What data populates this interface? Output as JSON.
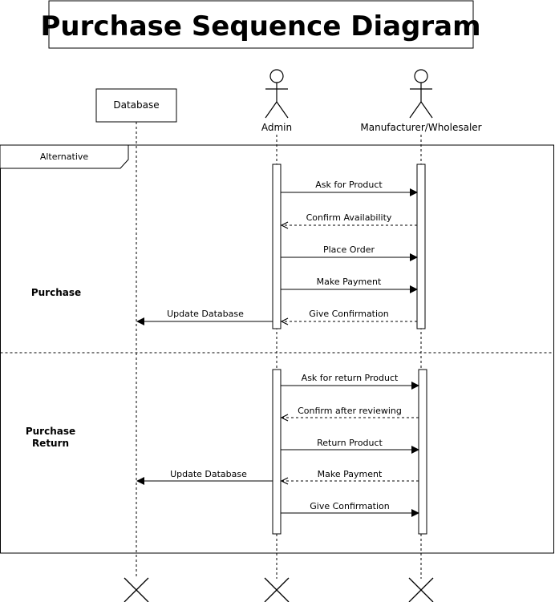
{
  "title": "Purchase Sequence Diagram",
  "participants": {
    "database": "Database",
    "admin": "Admin",
    "manufacturer": "Manufacturer/Wholesaler"
  },
  "fragment": {
    "operator": "Alternative",
    "sections": [
      {
        "label_lines": [
          "Purchase"
        ]
      },
      {
        "label_lines": [
          "Purchase",
          "Return"
        ]
      }
    ]
  },
  "messages": [
    {
      "from": "admin",
      "to": "manufacturer",
      "label": "Ask for Product",
      "kind": "sync"
    },
    {
      "from": "manufacturer",
      "to": "admin",
      "label": "Confirm Availability",
      "kind": "reply"
    },
    {
      "from": "admin",
      "to": "manufacturer",
      "label": "Place Order",
      "kind": "sync"
    },
    {
      "from": "admin",
      "to": "manufacturer",
      "label": "Make Payment",
      "kind": "sync"
    },
    {
      "from": "manufacturer",
      "to": "admin",
      "label": "Give Confirmation",
      "kind": "reply"
    },
    {
      "from": "admin",
      "to": "database",
      "label": "Update Database",
      "kind": "sync"
    },
    {
      "from": "admin",
      "to": "manufacturer",
      "label": "Ask for return Product",
      "kind": "sync"
    },
    {
      "from": "manufacturer",
      "to": "admin",
      "label": "Confirm after reviewing",
      "kind": "reply"
    },
    {
      "from": "admin",
      "to": "manufacturer",
      "label": "Return Product",
      "kind": "sync"
    },
    {
      "from": "manufacturer",
      "to": "admin",
      "label": "Make Payment",
      "kind": "reply"
    },
    {
      "from": "admin",
      "to": "database",
      "label": "Update Database",
      "kind": "sync"
    },
    {
      "from": "admin",
      "to": "manufacturer",
      "label": "Give Confirmation",
      "kind": "sync"
    }
  ]
}
